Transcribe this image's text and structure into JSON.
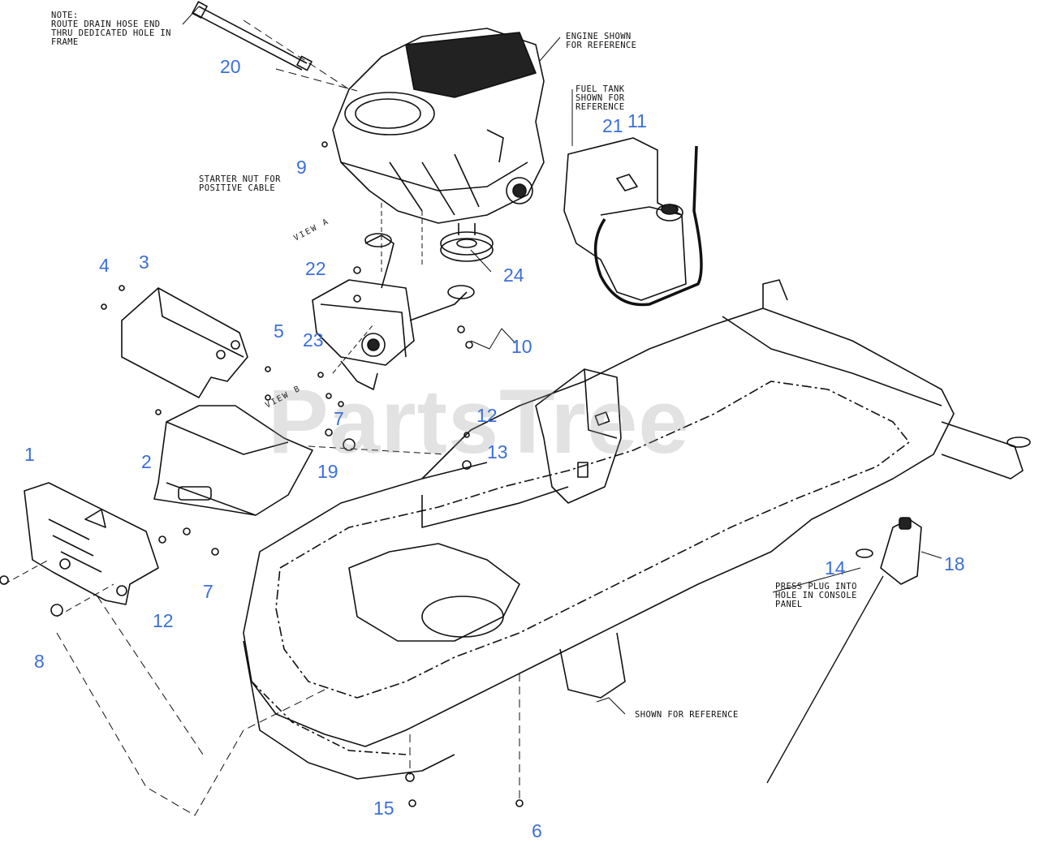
{
  "watermark": "PartsTree",
  "notes": {
    "drain_hose": "NOTE:\nROUTE DRAIN HOSE END\nTHRU DEDICATED HOLE IN\nFRAME",
    "engine": "ENGINE SHOWN\nFOR REFERENCE",
    "fuel_tank": "FUEL TANK\nSHOWN FOR\nREFERENCE",
    "starter": "STARTER NUT FOR\nPOSITIVE CABLE",
    "plug": "PRESS PLUG INTO\nHOLE IN CONSOLE\nPANEL",
    "reference": "SHOWN FOR REFERENCE"
  },
  "views": {
    "view_a": "VIEW A",
    "view_b": "VIEW B"
  },
  "callouts": {
    "c1": "1",
    "c2": "2",
    "c3": "3",
    "c4": "4",
    "c5": "5",
    "c6": "6",
    "c7a": "7",
    "c7b": "7",
    "c8": "8",
    "c9": "9",
    "c10": "10",
    "c11": "11",
    "c12a": "12",
    "c12b": "12",
    "c13": "13",
    "c14": "14",
    "c15": "15",
    "c18": "18",
    "c19": "19",
    "c20": "20",
    "c21": "21",
    "c22": "22",
    "c23": "23",
    "c24": "24"
  },
  "colors": {
    "callout": "#3b6fd8",
    "line": "#111111",
    "watermark": "#969696"
  }
}
